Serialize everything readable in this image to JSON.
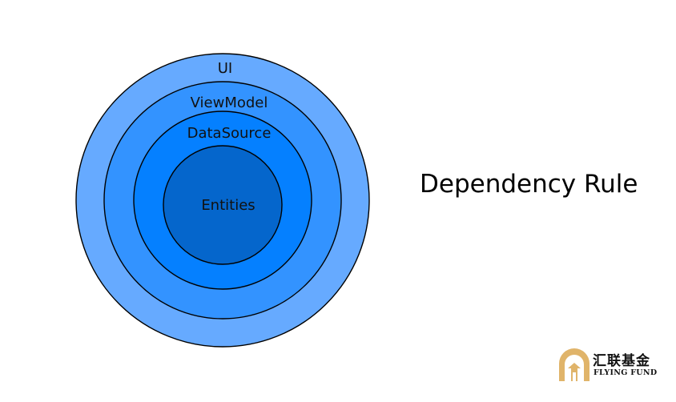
{
  "diagram": {
    "layers": [
      {
        "name": "UI",
        "label": "UI",
        "color": "#66aaff"
      },
      {
        "name": "ViewModel",
        "label": "ViewModel",
        "color": "#3393ff"
      },
      {
        "name": "DataSource",
        "label": "DataSource",
        "color": "#0580ff"
      },
      {
        "name": "Entities",
        "label": "Entities",
        "color": "#0566cc"
      }
    ],
    "outline_color": "#000000"
  },
  "title": "Dependency Rule",
  "logo": {
    "text_cn": "汇联基金",
    "text_en": "FLYING FUND",
    "mark_color": "#e0b46a"
  }
}
